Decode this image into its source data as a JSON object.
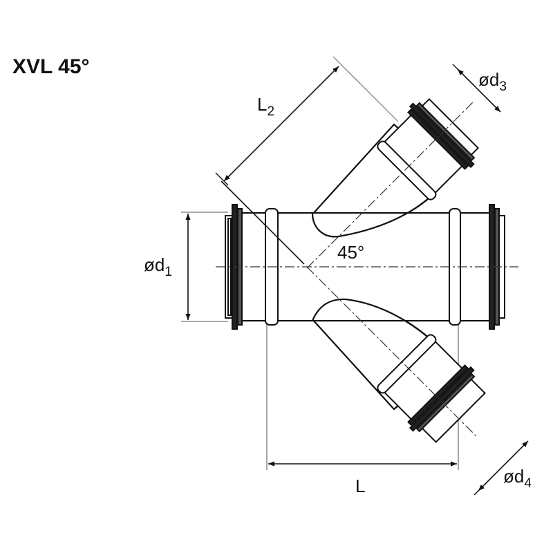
{
  "title": "XVL 45°",
  "angle_label": "45°",
  "dimensions": {
    "d1": {
      "prefix": "ø",
      "letter": "d",
      "sub": "1"
    },
    "d3": {
      "prefix": "ø",
      "letter": "d",
      "sub": "3"
    },
    "d4": {
      "prefix": "ø",
      "letter": "d",
      "sub": "4"
    },
    "L": "L",
    "L2": {
      "letter": "L",
      "sub": "2"
    }
  },
  "colors": {
    "line": "#111111",
    "fill": "#ffffff",
    "centerline": "#333333",
    "extension": "#777777"
  }
}
